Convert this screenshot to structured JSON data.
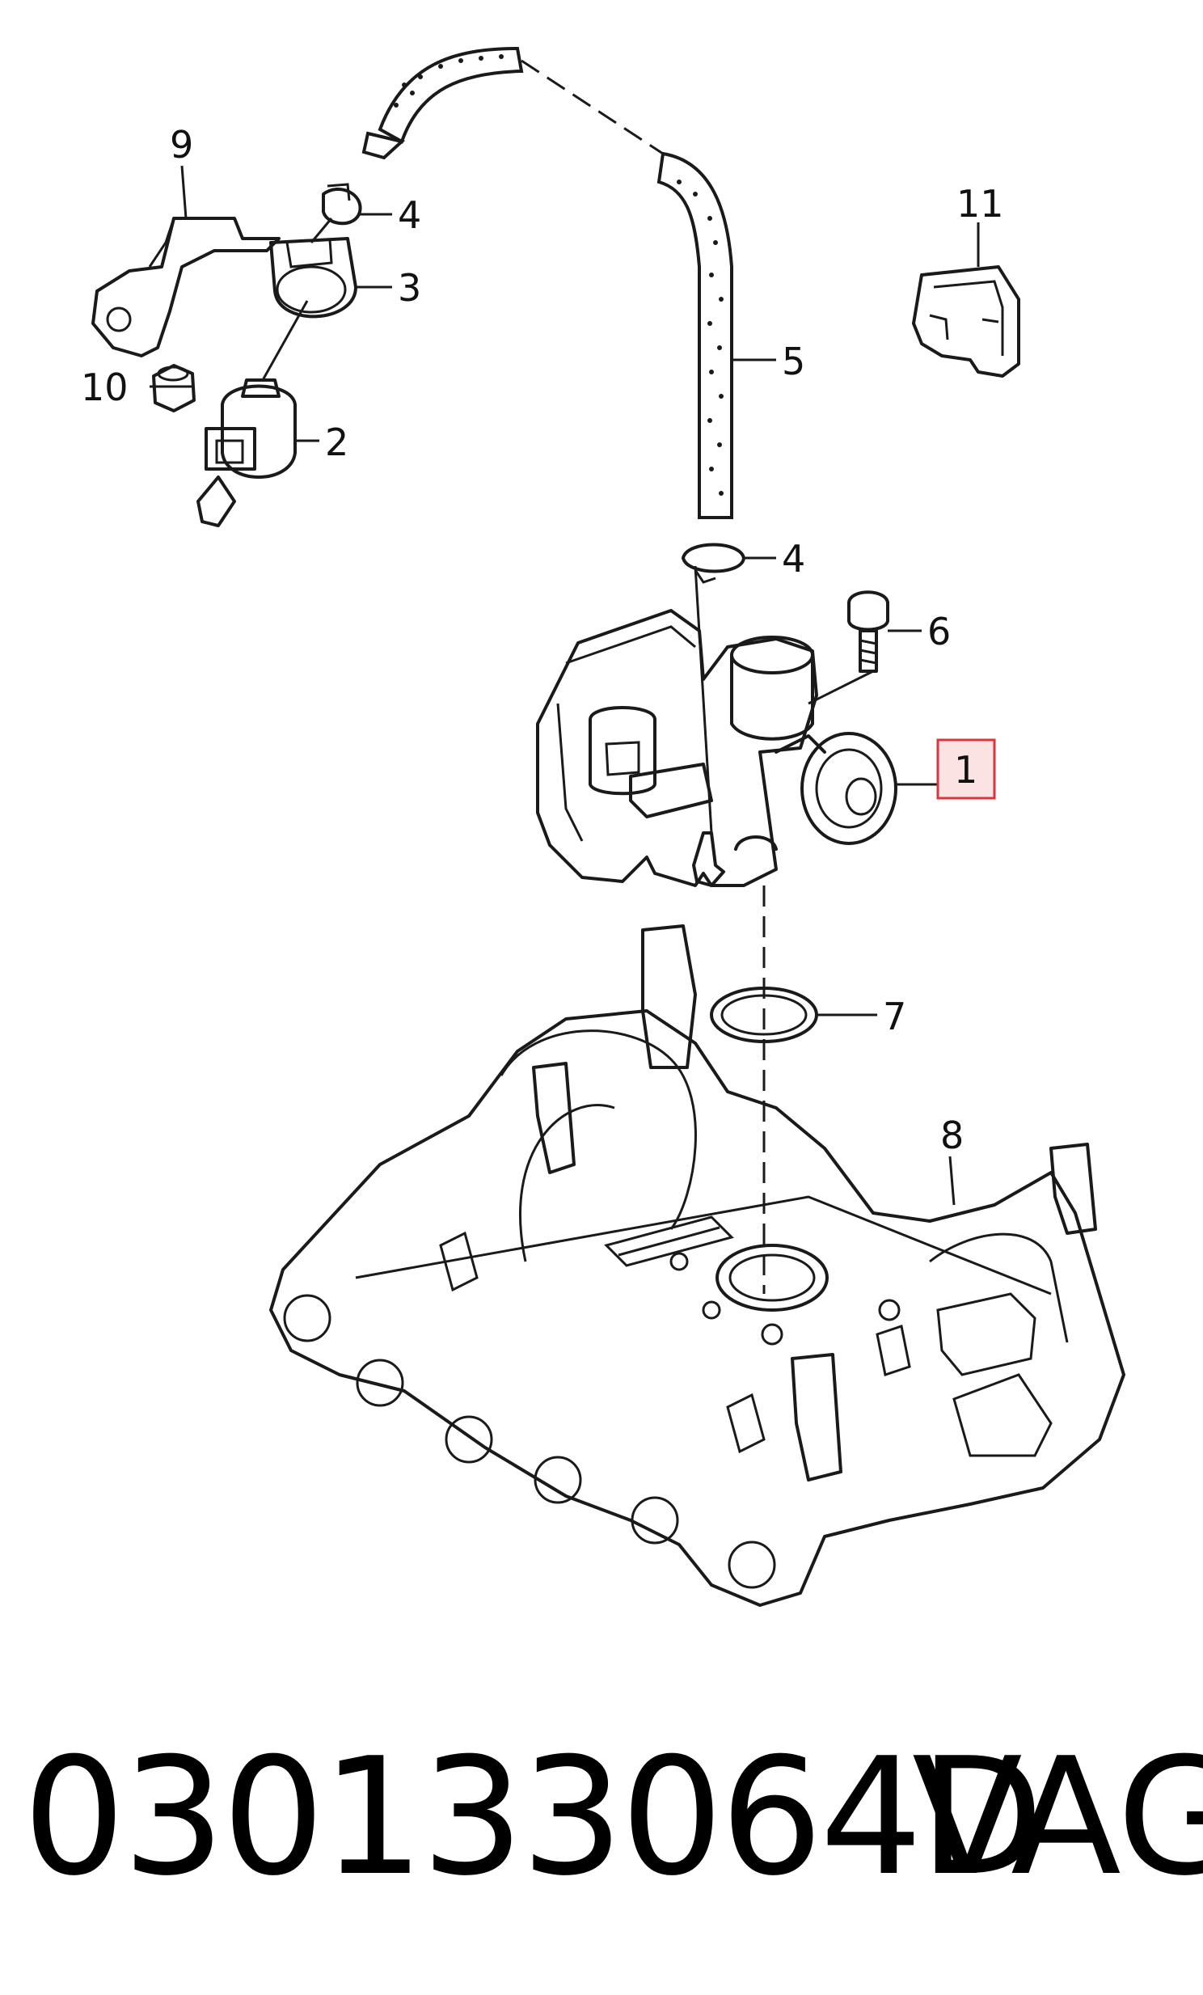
{
  "diagram": {
    "callouts": {
      "c1": "1",
      "c2": "2",
      "c3": "3",
      "c4a": "4",
      "c4b": "4",
      "c5": "5",
      "c6": "6",
      "c7": "7",
      "c8": "8",
      "c9": "9",
      "c10": "10",
      "c11": "11"
    },
    "highlight_color": "#d9363e",
    "highlighted_callout": "1"
  },
  "footer": {
    "part_number": "030133064D",
    "brand": "VAG"
  }
}
